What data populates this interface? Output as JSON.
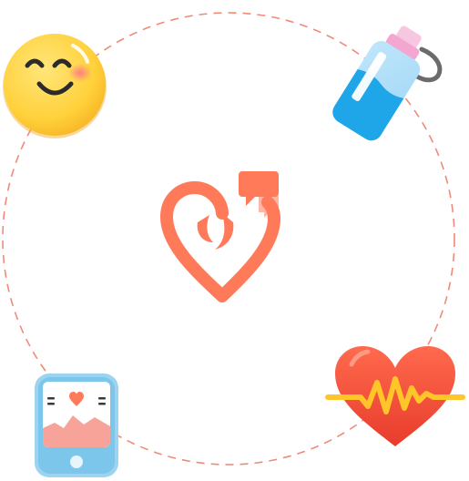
{
  "illustration": {
    "center_logo": {
      "icon": "heart-chat-logo",
      "color": "#ff7a59"
    },
    "ring": {
      "color": "#ef8a78",
      "style": "dashed"
    },
    "orbit_icons": [
      {
        "name": "smiley-face-icon",
        "position": "top-left"
      },
      {
        "name": "water-bottle-icon",
        "position": "top-right"
      },
      {
        "name": "blood-pressure-monitor-icon",
        "position": "bottom-left"
      },
      {
        "name": "heartbeat-heart-icon",
        "position": "bottom-right"
      }
    ],
    "colors": {
      "accent": "#ff7a59",
      "smiley_yellow": "#ffd54a",
      "bottle_blue": "#1fa6e8",
      "bottle_cap_pink": "#f3a6cf",
      "heart_red": "#f0523c",
      "pulse_yellow": "#ffc529",
      "monitor_blue": "#7cc6ec"
    }
  }
}
